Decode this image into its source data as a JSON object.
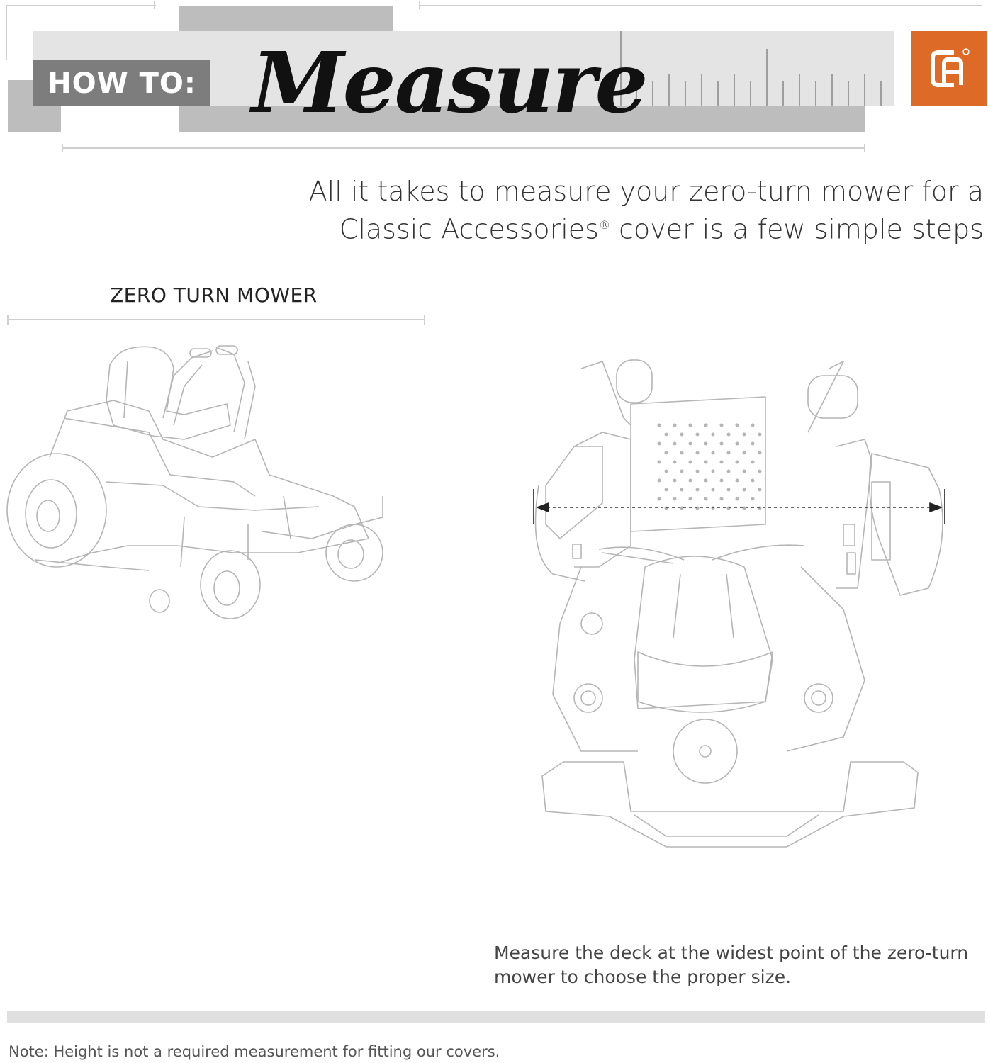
{
  "header": {
    "howto_label": "HOW TO:",
    "title": "Measure",
    "logo_icon": "classic-accessories-logo",
    "accent_color": "#dd6a26"
  },
  "intro": {
    "line1": "All it takes to measure your zero-turn mower for a",
    "line2_part1": "Classic Accessories",
    "line2_reg": "®",
    "line2_part2": " cover is a few simple steps"
  },
  "section": {
    "title": "ZERO TURN MOWER"
  },
  "instructions": {
    "caption_line1": "Measure the deck at the widest point of the zero-turn",
    "caption_line2": "mower to choose the proper size."
  },
  "footer": {
    "note": "Note: Height is not a required measurement for fitting our covers."
  }
}
